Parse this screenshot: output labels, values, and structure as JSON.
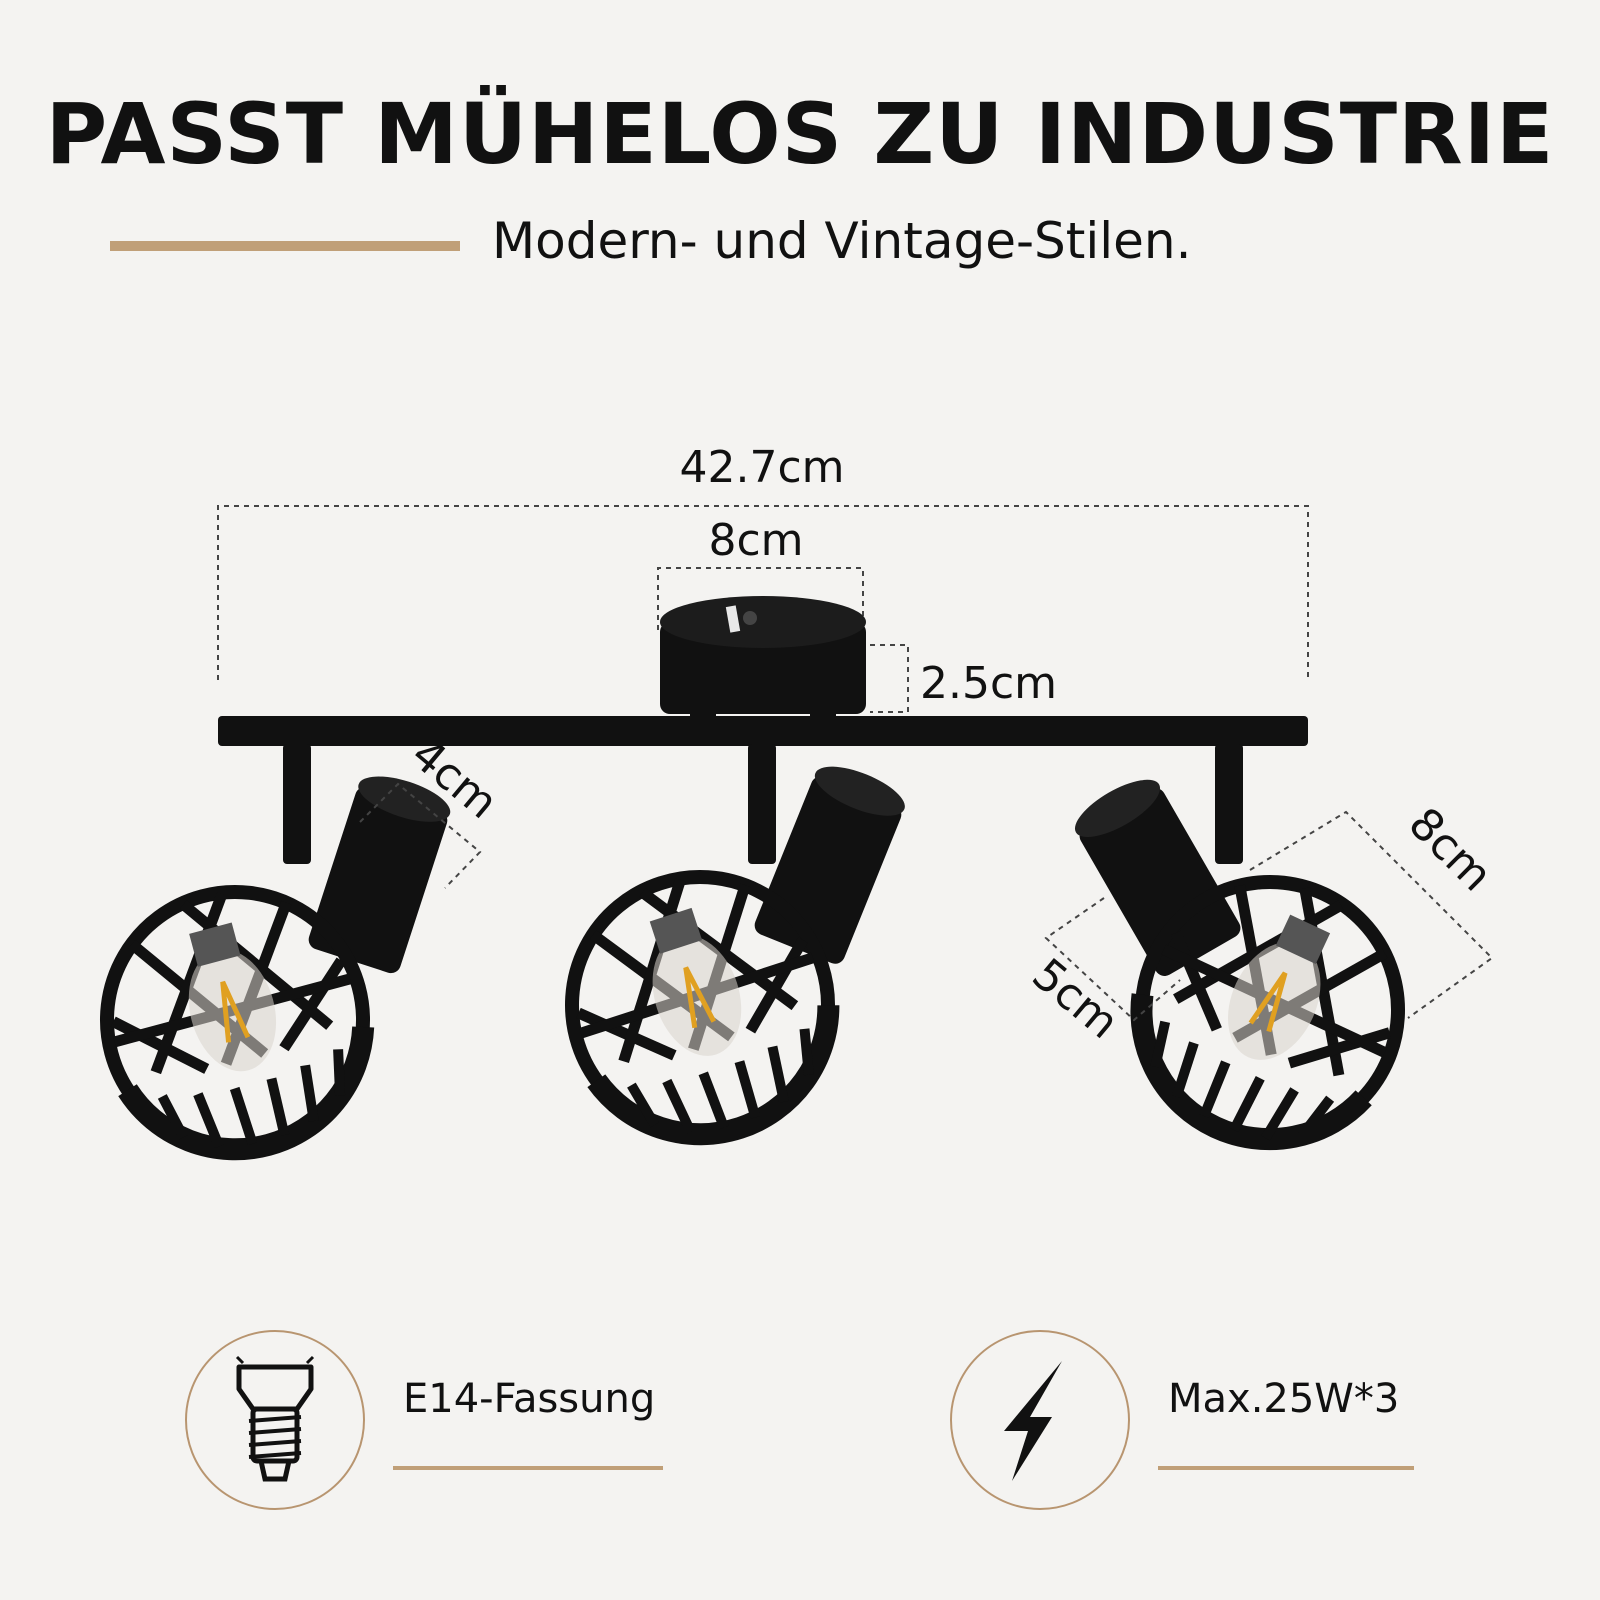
{
  "header": {
    "title": "PASST MÜHELOS ZU INDUSTRIE",
    "subtitle": "Modern- und Vintage-Stilen."
  },
  "dimensions": {
    "total_width": "42.7cm",
    "base_width": "8cm",
    "base_height": "2.5cm",
    "socket_length": "4cm",
    "shade_diameter": "8cm",
    "shade_depth": "5cm"
  },
  "features": [
    {
      "label": "E14-Fassung",
      "icon": "bulb-socket-icon"
    },
    {
      "label": "Max.25W*3",
      "icon": "lightning-bolt-icon"
    }
  ],
  "colors": {
    "accent": "#c09f78",
    "background": "#f4f3f1",
    "lamp": "#111111"
  }
}
